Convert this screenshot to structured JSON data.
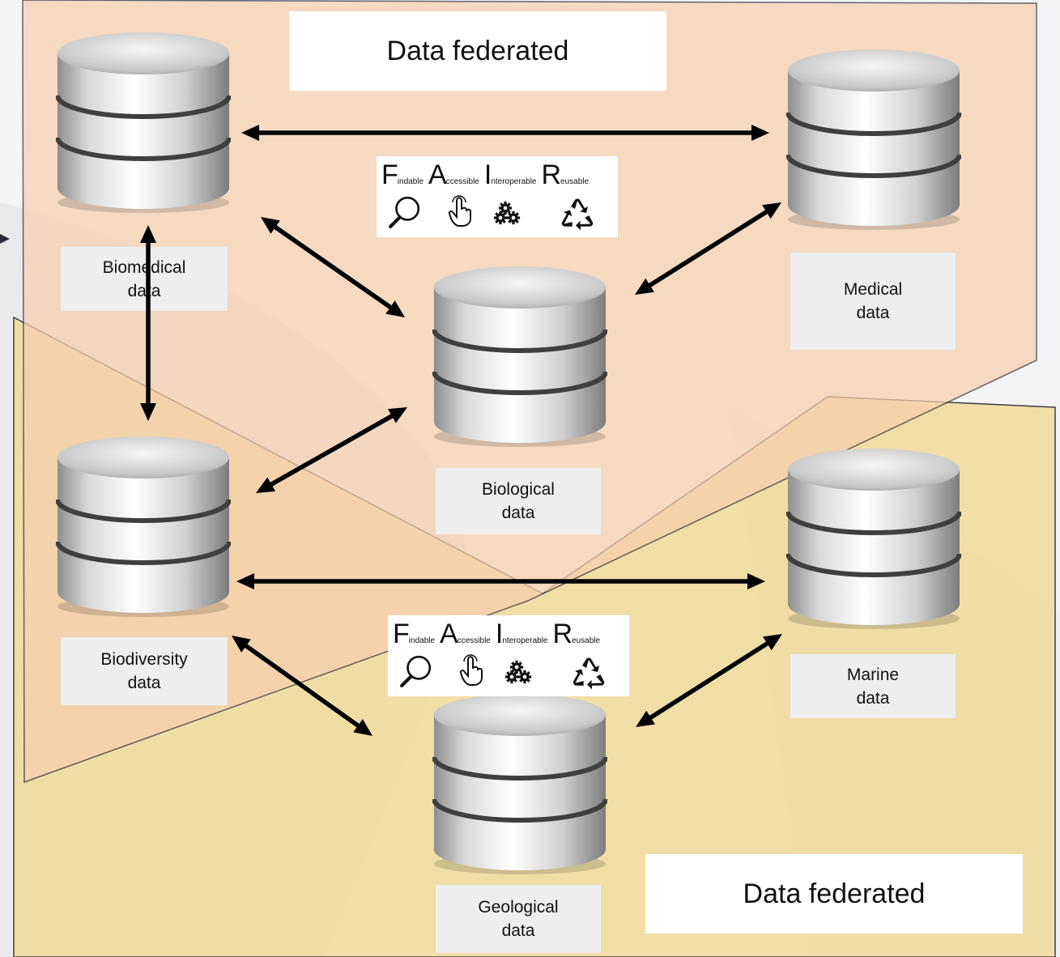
{
  "groups": [
    {
      "title": "Data federated"
    },
    {
      "title": "Data federated"
    }
  ],
  "databases": {
    "biomedical": {
      "line1": "Biomedical",
      "line2": "data"
    },
    "medical": {
      "line1": "Medical",
      "line2": "data"
    },
    "biological": {
      "line1": "Biological",
      "line2": "data"
    },
    "biodiversity": {
      "line1": "Biodiversity",
      "line2": "data"
    },
    "marine": {
      "line1": "Marine",
      "line2": "data"
    },
    "geological": {
      "line1": "Geological",
      "line2": "data"
    }
  },
  "fair": {
    "letters": [
      {
        "big": "F",
        "small": "indable"
      },
      {
        "big": "A",
        "small": "ccessible"
      },
      {
        "big": "I",
        "small": "nteroperable"
      },
      {
        "big": "R",
        "small": "eusable"
      }
    ],
    "icons": [
      "magnifier-icon",
      "pointer-hand-icon",
      "gears-icon",
      "recycle-icon"
    ]
  },
  "colors": {
    "upper_region": "#f6d2b4",
    "lower_region": "#f0dc9e",
    "arrow": "#000000",
    "label_box": "#eeeeee"
  }
}
